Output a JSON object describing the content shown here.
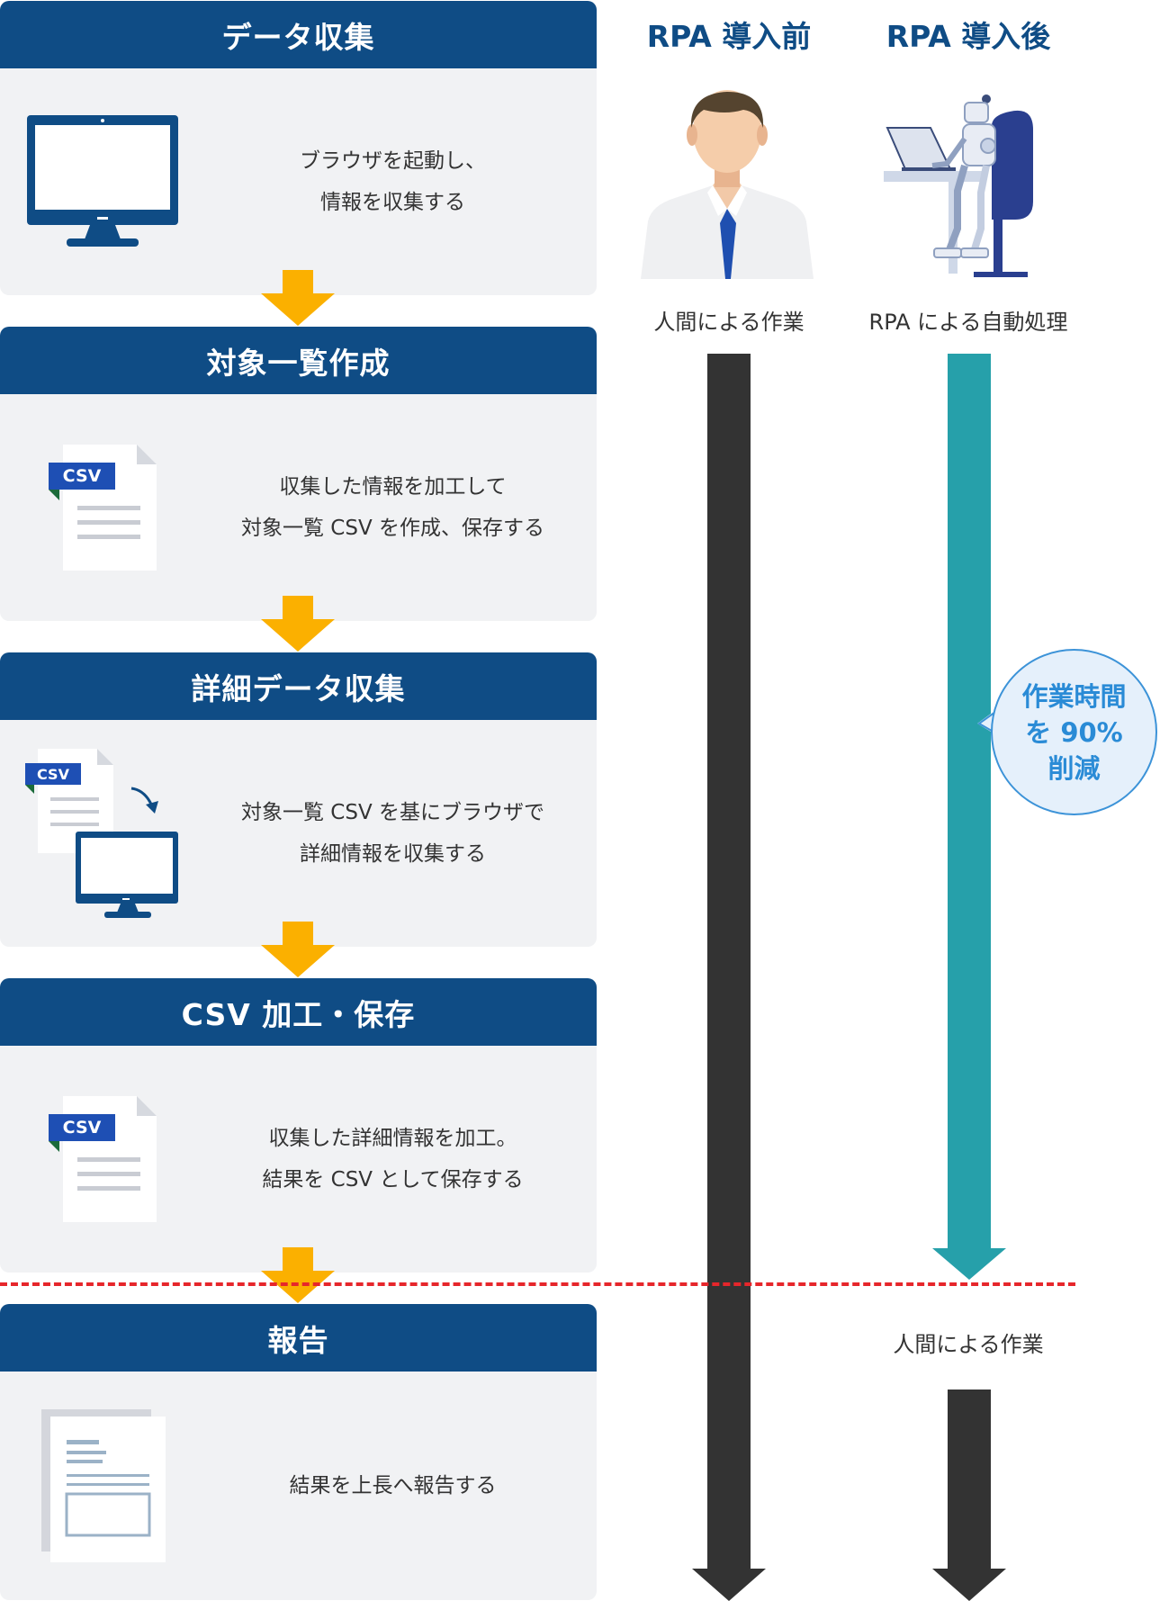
{
  "columns": {
    "before": {
      "title": "RPA 導入前",
      "caption": "人間による作業"
    },
    "after": {
      "title": "RPA 導入後",
      "caption": "RPA による自動処理",
      "final_caption": "人間による作業"
    }
  },
  "steps": [
    {
      "title": "データ収集",
      "lines": [
        "ブラウザを起動し、",
        "情報を収集する"
      ]
    },
    {
      "title": "対象一覧作成",
      "lines": [
        "収集した情報を加工して",
        "対象一覧 CSV を作成、保存する"
      ],
      "icon_label": "CSV"
    },
    {
      "title": "詳細データ収集",
      "lines": [
        "対象一覧 CSV を基にブラウザで",
        "詳細情報を収集する"
      ],
      "icon_label": "CSV"
    },
    {
      "title": "CSV 加工・保存",
      "lines": [
        "収集した詳細情報を加工。",
        "結果を CSV として保存する"
      ],
      "icon_label": "CSV"
    },
    {
      "title": "報告",
      "lines": [
        "結果を上長へ報告する"
      ]
    }
  ],
  "badge": {
    "lines": [
      "作業時間",
      "を 90%",
      "削減"
    ]
  },
  "colors": {
    "header": "#0f4c85",
    "panel": "#f1f2f4",
    "flow_arrow": "#fbb000",
    "human_bar": "#333333",
    "rpa_bar": "#26a0aa",
    "divider": "#e6262b",
    "badge_text": "#2a8bd6"
  }
}
